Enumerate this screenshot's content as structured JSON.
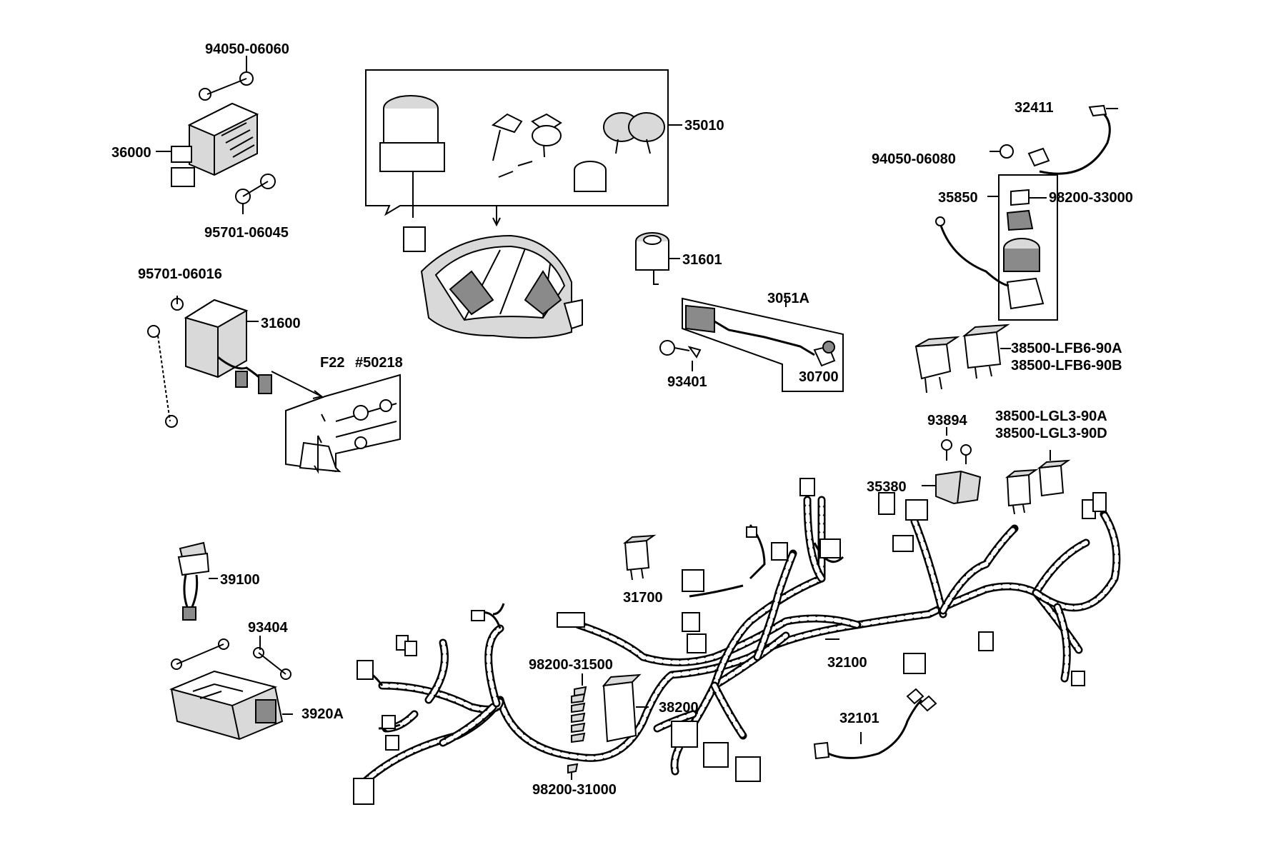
{
  "labels": {
    "p94050_06060": "94050-06060",
    "p36000": "36000",
    "p95701_06045": "95701-06045",
    "p35010": "35010",
    "p32411": "32411",
    "p94050_06080": "94050-06080",
    "p35850": "35850",
    "p98200_33000": "98200-33000",
    "p31601": "31601",
    "p95701_06016": "95701-06016",
    "p31600": "31600",
    "pF22": "F22",
    "p50218": "#50218",
    "p3051A": "3051A",
    "p93401": "93401",
    "p30700": "30700",
    "p38500_LFB6_90A": "38500-LFB6-90A",
    "p38500_LFB6_90B": "38500-LFB6-90B",
    "p93894": "93894",
    "p38500_LGL3_90A": "38500-LGL3-90A",
    "p38500_LGL3_90D": "38500-LGL3-90D",
    "p35380": "35380",
    "p39100": "39100",
    "p31700": "31700",
    "p93404": "93404",
    "p98200_31500": "98200-31500",
    "p32100": "32100",
    "p3920A": "3920A",
    "p38200": "38200",
    "p32101": "32101",
    "p98200_31000": "98200-31000"
  }
}
